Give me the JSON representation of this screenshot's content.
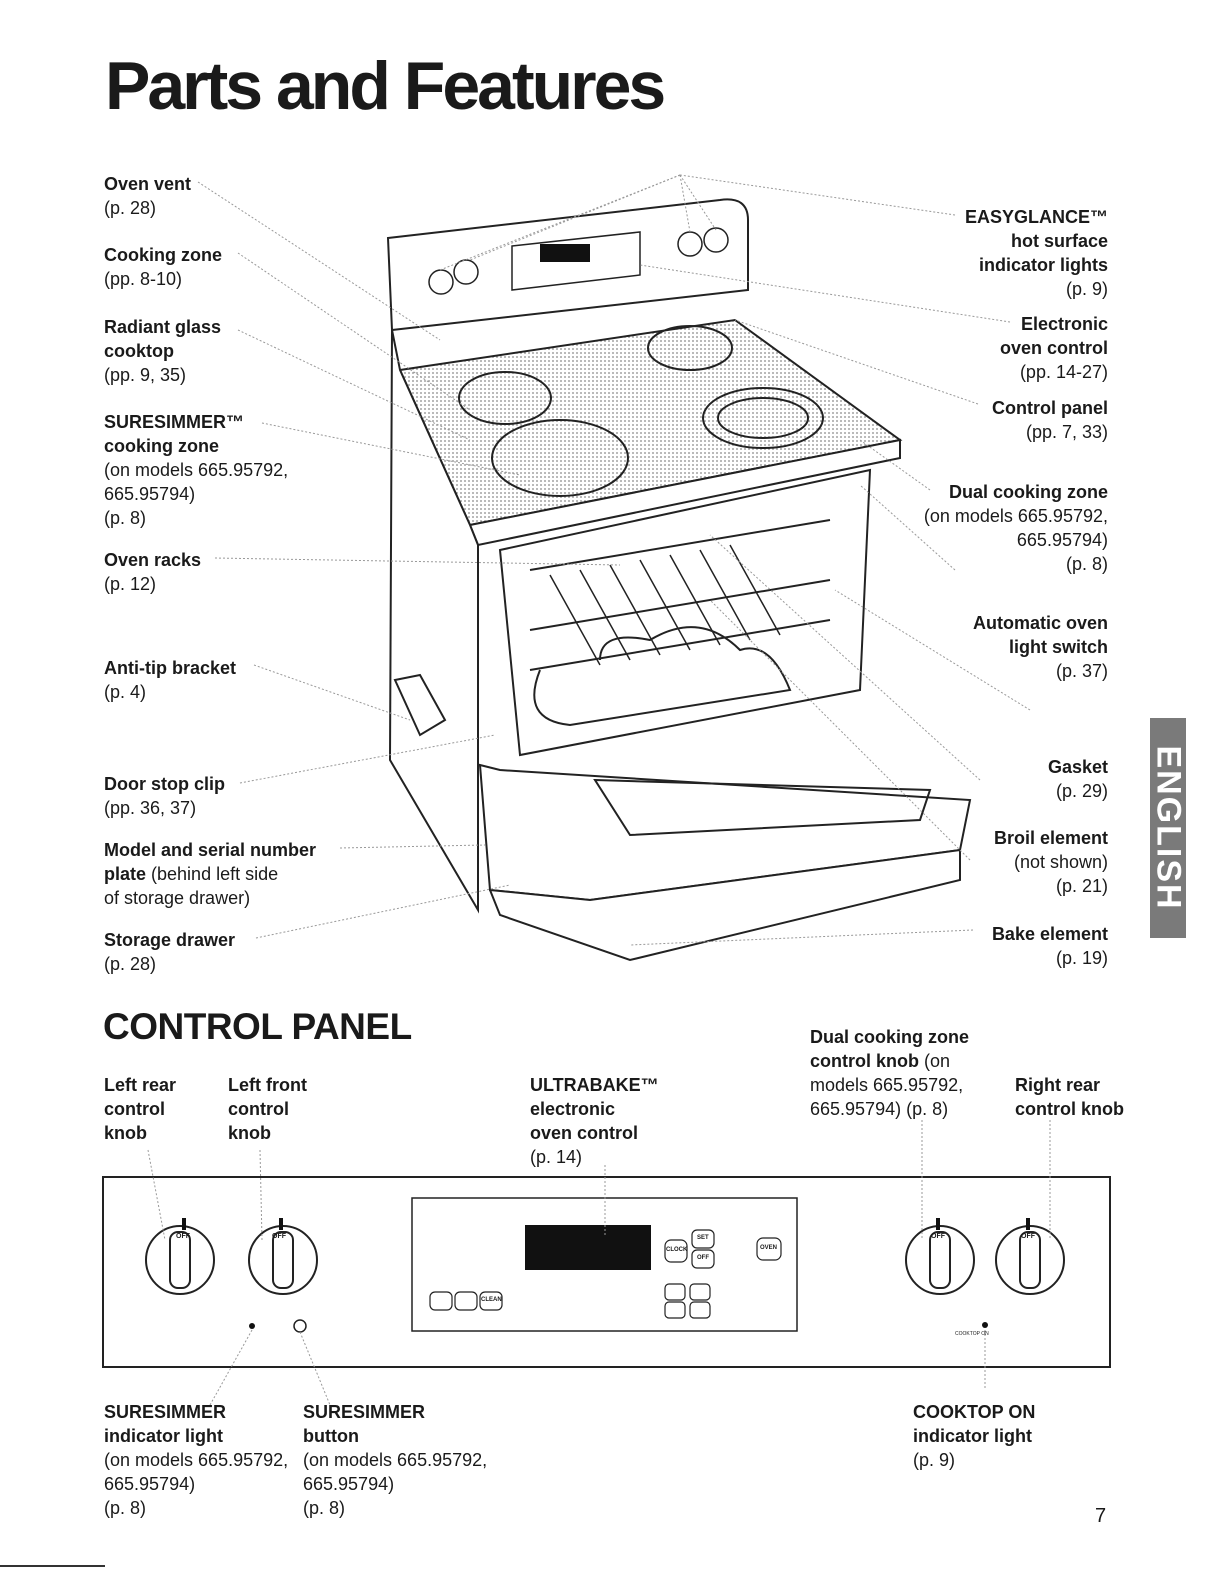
{
  "title": "Parts and Features",
  "control_panel_heading": "CONTROL PANEL",
  "side_tab": "ENGLISH",
  "page_number": "7",
  "left_labels": [
    {
      "name": "Oven vent",
      "lines": [
        "(p. 28)"
      ]
    },
    {
      "name": "Cooking zone",
      "lines": [
        "(pp. 8-10)"
      ]
    },
    {
      "name": "Radiant glass",
      "name2": "cooktop",
      "lines": [
        "(pp. 9, 35)"
      ]
    },
    {
      "name": "SURESIMMER™",
      "name2": "cooking zone",
      "lines": [
        "(on models 665.95792,",
        "665.95794)",
        "(p. 8)"
      ]
    },
    {
      "name": "Oven racks",
      "lines": [
        "(p. 12)"
      ]
    },
    {
      "name": "Anti-tip bracket",
      "lines": [
        "(p. 4)"
      ]
    },
    {
      "name": "Door stop clip",
      "lines": [
        "(pp. 36, 37)"
      ]
    },
    {
      "name": "Model and serial number",
      "name2": "plate",
      "inline": "(behind left side",
      "lines": [
        "of storage drawer)"
      ]
    },
    {
      "name": "Storage drawer",
      "lines": [
        "(p. 28)"
      ]
    }
  ],
  "right_labels": [
    {
      "name": "EASYGLANCE™",
      "name2": "hot surface",
      "name3": "indicator lights",
      "lines": [
        "(p. 9)"
      ]
    },
    {
      "name": "Electronic",
      "name2": "oven control",
      "lines": [
        "(pp. 14-27)"
      ]
    },
    {
      "name": "Control panel",
      "lines": [
        "(pp. 7, 33)"
      ]
    },
    {
      "name": "Dual cooking zone",
      "lines": [
        "(on models 665.95792,",
        "665.95794)",
        "(p. 8)"
      ]
    },
    {
      "name": "Automatic oven",
      "name2": "light switch",
      "lines": [
        "(p. 37)"
      ]
    },
    {
      "name": "Gasket",
      "lines": [
        "(p. 29)"
      ]
    },
    {
      "name": "Broil element",
      "lines": [
        "(not shown)",
        "(p. 21)"
      ]
    },
    {
      "name": "Bake element",
      "lines": [
        "(p. 19)"
      ]
    }
  ],
  "panel_top_labels": {
    "left_rear": [
      "Left rear",
      "control",
      "knob"
    ],
    "left_front": [
      "Left front",
      "control",
      "knob"
    ],
    "ultrabake": [
      "ULTRABAKE™",
      "electronic",
      "oven control"
    ],
    "ultrabake_page": "(p. 14)",
    "dual_name": [
      "Dual cooking zone",
      "control knob"
    ],
    "dual_inline": "(on",
    "dual_lines": [
      "models 665.95792,",
      "665.95794) (p. 8)"
    ],
    "right_rear": [
      "Right rear",
      "control knob"
    ]
  },
  "panel_bottom_labels": {
    "ss_light": {
      "name": [
        "SURESIMMER",
        "indicator light"
      ],
      "lines": [
        "(on models 665.95792,",
        "665.95794)",
        "(p. 8)"
      ]
    },
    "ss_button": {
      "name": [
        "SURESIMMER",
        "button"
      ],
      "lines": [
        "(on models 665.95792,",
        "665.95794)",
        "(p. 8)"
      ]
    },
    "cooktop_on": {
      "name": [
        "COOKTOP ON",
        "indicator light"
      ],
      "lines": [
        "(p. 9)"
      ]
    }
  },
  "panel_marks": {
    "knob_off": "OFF",
    "btn_clock": "CLOCK",
    "btn_set": "SET",
    "btn_off": "OFF",
    "btn_oven": "OVEN",
    "btn_clean": "CLEAN",
    "cooktop_on_small": "COOKTOP ON"
  }
}
